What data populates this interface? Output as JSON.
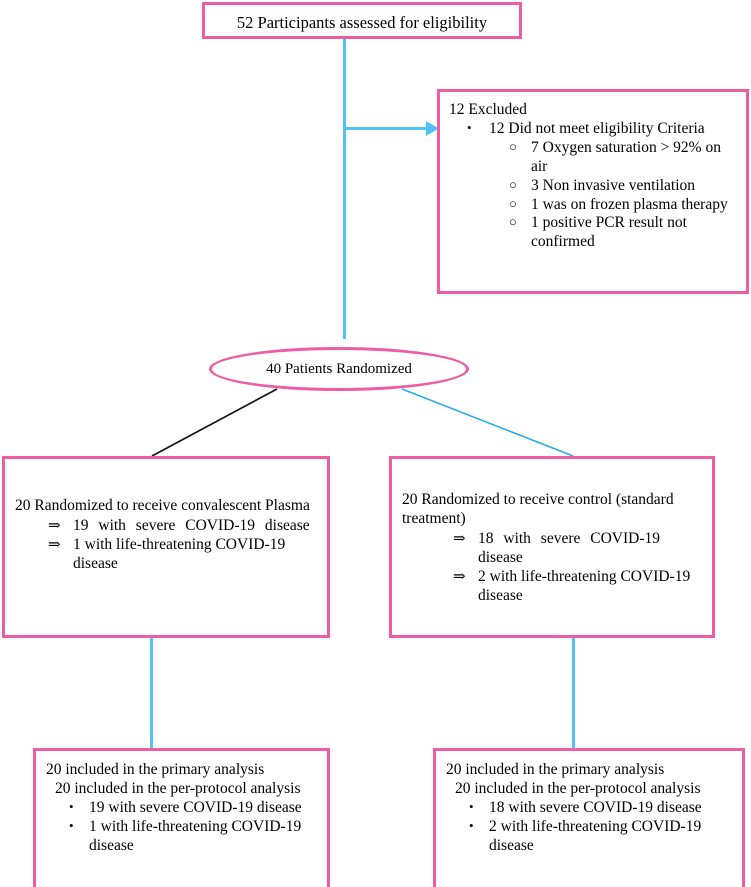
{
  "colors": {
    "box_border": "#ED5CA5",
    "connector_blue": "#4FC3F7",
    "connector_black": "#111111",
    "text": "#000000",
    "background": "#ffffff"
  },
  "flowchart": {
    "type": "CONSORT participant flow diagram",
    "enrollment_box": {
      "text": "52 Participants assessed for eligibility"
    },
    "excluded_box": {
      "heading": "12 Excluded",
      "level1": [
        {
          "marker": "bullet",
          "text": "12 Did not meet eligibility Criteria",
          "level2": [
            {
              "marker": "circle",
              "text": "7 Oxygen saturation > 92% on air"
            },
            {
              "marker": "circle",
              "text": "3 Non invasive ventilation"
            },
            {
              "marker": "circle",
              "text": "1 was on frozen plasma therapy"
            },
            {
              "marker": "circle",
              "text": "1 positive PCR result  not confirmed"
            }
          ]
        }
      ]
    },
    "randomization_ellipse": {
      "text": "40 Patients Randomized"
    },
    "allocation_left": {
      "lead": "20 Randomized to receive convalescent Plasma",
      "items": [
        {
          "marker": "double-arrow",
          "text": "19 with severe COVID-19 disease"
        },
        {
          "marker": "double-arrow",
          "text": "1 with life-threatening COVID-19 disease"
        }
      ]
    },
    "allocation_right": {
      "lead": "20 Randomized to receive control (standard treatment)",
      "items": [
        {
          "marker": "double-arrow",
          "text": "18 with severe COVID-19 disease"
        },
        {
          "marker": "double-arrow",
          "text": "2 with life-threatening COVID-19 disease"
        }
      ]
    },
    "analysis_left": {
      "line1": "20 included in the primary analysis",
      "line2": "20 included in the per-protocol analysis",
      "items": [
        {
          "marker": "bullet",
          "text": "19 with severe COVID-19 disease"
        },
        {
          "marker": "bullet",
          "text": "1 with life-threatening COVID-19 disease"
        }
      ]
    },
    "analysis_right": {
      "line1": "20 included in the primary analysis",
      "line2": "20 included in the per-protocol analysis",
      "items": [
        {
          "marker": "bullet",
          "text": "18 with severe COVID-19 disease"
        },
        {
          "marker": "bullet",
          "text": "2 with life-threatening COVID-19 disease"
        }
      ]
    },
    "markers": {
      "bullet": "•",
      "circle": "○",
      "double_arrow": "⇒"
    }
  }
}
